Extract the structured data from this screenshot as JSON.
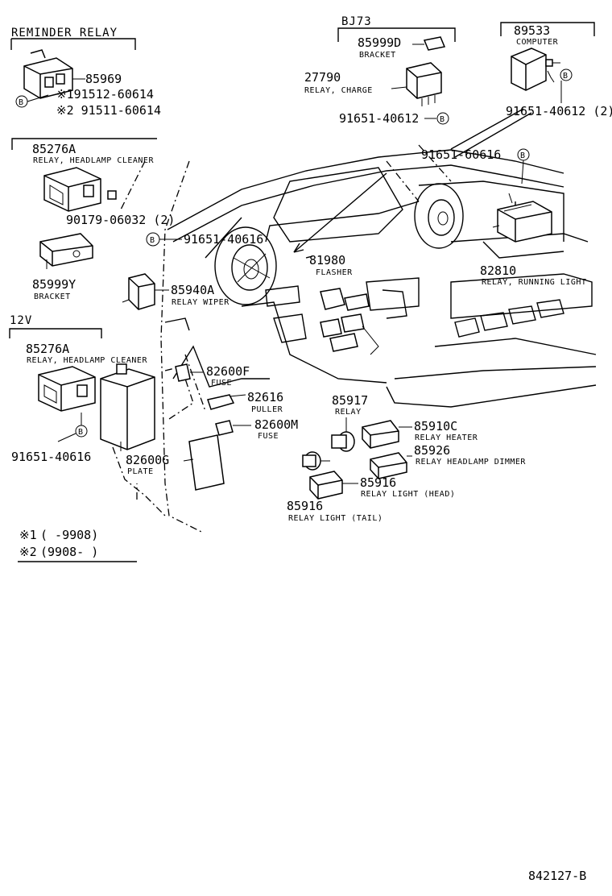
{
  "reminder_relay": {
    "header": "REMINDER RELAY",
    "part": "85969",
    "note1_part": "※191512-60614",
    "note2_part": "※2 91511-60614",
    "bolt": "B"
  },
  "bj73": {
    "header": "BJ73",
    "bracket_part": "85999D",
    "bracket_label": "BRACKET",
    "relay_part": "27790",
    "relay_label": "RELAY, CHARGE",
    "bolt_part": "91651-40612",
    "bolt": "B"
  },
  "computer": {
    "part": "89533",
    "label": "COMPUTER",
    "bolt_part": "91651-40612 (2)",
    "bolt": "B"
  },
  "headlamp_cleaner_top": {
    "part": "85276A",
    "label": "RELAY, HEADLAMP CLEANER",
    "nut_part": "90179-06032 (2)"
  },
  "bracket_y": {
    "part": "85999Y",
    "label": "BRACKET"
  },
  "bolt_40616_top": {
    "bolt": "B",
    "part": "91651-40616"
  },
  "bolt_60616": {
    "part": "91651-60616",
    "bolt": "B"
  },
  "flasher": {
    "part": "81980",
    "label": "FLASHER"
  },
  "running_light": {
    "part": "82810",
    "label": "RELAY, RUNNING LIGHT"
  },
  "wiper_relay": {
    "part": "85940A",
    "label": "RELAY WIPER"
  },
  "fuse_f": {
    "part": "82600F",
    "label": "FUSE"
  },
  "puller": {
    "part": "82616",
    "label": "PULLER"
  },
  "fuse_m": {
    "part": "82600M",
    "label": "FUSE"
  },
  "plate": {
    "part": "82600G",
    "label": "PLATE"
  },
  "relay_85917": {
    "part": "85917",
    "label": "RELAY"
  },
  "heater_relay": {
    "part": "85910C",
    "label": "RELAY HEATER"
  },
  "dimmer_relay": {
    "part": "85926",
    "label": "RELAY HEADLAMP DIMMER"
  },
  "head_light_relay": {
    "part": "85916",
    "label": "RELAY LIGHT (HEAD)"
  },
  "tail_light_relay": {
    "part": "85916",
    "label": "RELAY LIGHT (TAIL)"
  },
  "v12": {
    "header": "12V",
    "part": "85276A",
    "label": "RELAY, HEADLAMP CLEANER",
    "bolt": "B",
    "bolt_part": "91651-40616"
  },
  "notes": {
    "n1_mark": "※1",
    "n1_text": "(      -9908)",
    "n2_mark": "※2",
    "n2_text": "(9908-      )"
  },
  "diagram_id": "842127-B"
}
